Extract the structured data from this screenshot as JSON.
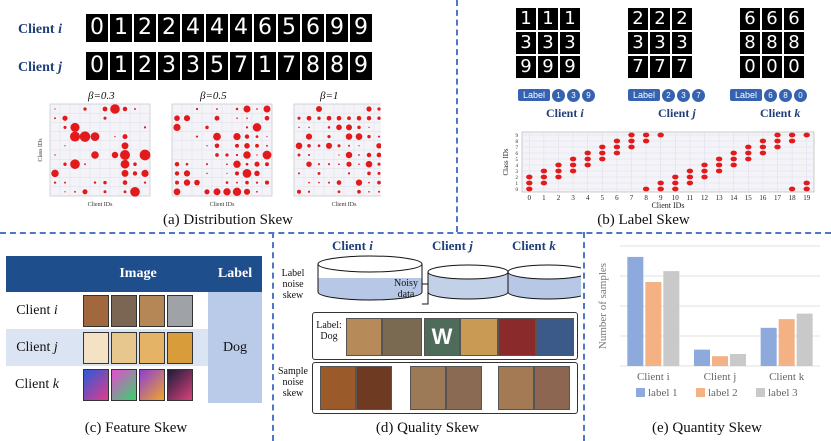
{
  "distribution": {
    "client_i": "Client",
    "client_i_var": "i",
    "client_j": "Client",
    "client_j_var": "j",
    "row_i_digits": [
      "0",
      "1",
      "2",
      "2",
      "4",
      "4",
      "4",
      "6",
      "5",
      "6",
      "9",
      "9"
    ],
    "row_j_digits": [
      "0",
      "1",
      "2",
      "3",
      "3",
      "5",
      "7",
      "1",
      "7",
      "8",
      "8",
      "9"
    ],
    "beta_labels": [
      "β=0.3",
      "β=0.5",
      "β=1"
    ],
    "xlabel": "Client IDs",
    "ylabel": "Class IDs",
    "caption": "(a) Distribution Skew"
  },
  "label_skew": {
    "clients": [
      {
        "name": "Client",
        "var": "i",
        "digits": [
          "1",
          "1",
          "1",
          "3",
          "3",
          "3",
          "9",
          "9",
          "9"
        ],
        "labels": [
          "1",
          "3",
          "9"
        ]
      },
      {
        "name": "Client",
        "var": "j",
        "digits": [
          "2",
          "2",
          "2",
          "3",
          "3",
          "3",
          "7",
          "7",
          "7"
        ],
        "labels": [
          "2",
          "3",
          "7"
        ]
      },
      {
        "name": "Client",
        "var": "k",
        "digits": [
          "6",
          "6",
          "6",
          "8",
          "8",
          "8",
          "0",
          "0",
          "0"
        ],
        "labels": [
          "6",
          "8",
          "0"
        ]
      }
    ],
    "label_word": "Label",
    "xlabel": "Client IDs",
    "ylabel": "Class IDs",
    "x_ticks": [
      "0",
      "1",
      "2",
      "3",
      "4",
      "5",
      "6",
      "7",
      "8",
      "9",
      "10",
      "11",
      "12",
      "13",
      "14",
      "15",
      "16",
      "17",
      "18",
      "19"
    ],
    "y_ticks": [
      "0",
      "1",
      "2",
      "3",
      "4",
      "5",
      "6",
      "7",
      "8",
      "9"
    ],
    "caption": "(b) Label Skew"
  },
  "feature": {
    "header_image": "Image",
    "header_label": "Label",
    "rows": [
      {
        "name": "Client",
        "var": "i"
      },
      {
        "name": "Client",
        "var": "j"
      },
      {
        "name": "Client",
        "var": "k"
      }
    ],
    "label_value": "Dog",
    "caption": "(c) Feature Skew"
  },
  "quality": {
    "clients": [
      {
        "name": "Client",
        "var": "i"
      },
      {
        "name": "Client",
        "var": "j"
      },
      {
        "name": "Client",
        "var": "k"
      }
    ],
    "noisy_data": "Noisy data",
    "label_noise": "Label noise skew",
    "sample_noise": "Sample noise skew",
    "label_dog": "Label: Dog",
    "caption": "(d) Quality Skew"
  },
  "quantity": {
    "ylabel": "Number of samples",
    "caption": "(e) Quantity Skew",
    "colors": [
      "#8ea9db",
      "#f4b183",
      "#c9c9c9"
    ]
  },
  "chart_data": {
    "type": "bar",
    "categories": [
      "Client i",
      "Client j",
      "Client k"
    ],
    "series": [
      {
        "name": "label 1",
        "values": [
          100,
          15,
          35
        ]
      },
      {
        "name": "label 2",
        "values": [
          77,
          9,
          43
        ]
      },
      {
        "name": "label 3",
        "values": [
          87,
          11,
          48
        ]
      }
    ],
    "ylabel": "Number of samples",
    "ylim": [
      0,
      110
    ],
    "grid": true,
    "legend": "bottom"
  }
}
